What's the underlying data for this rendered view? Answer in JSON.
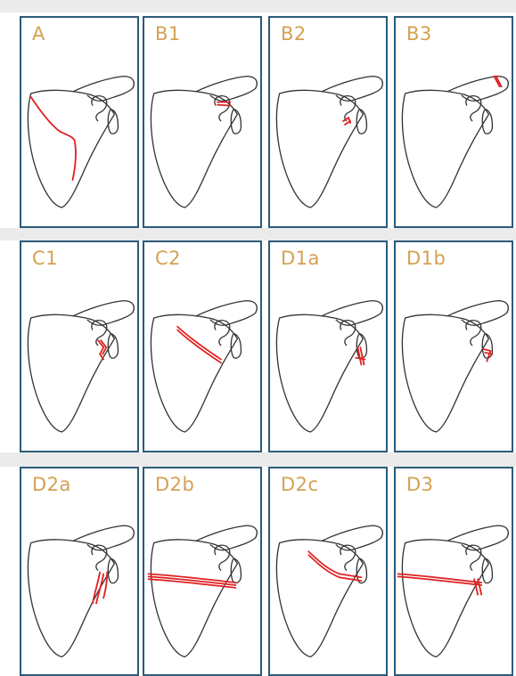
{
  "colors": {
    "frame": "#2b5b79",
    "label": "#d4a152",
    "outline": "#333333",
    "fracture": "#e02020",
    "band": "#ebebeb"
  },
  "panels": [
    {
      "label": "A",
      "fracture": "A"
    },
    {
      "label": "B1",
      "fracture": "B1"
    },
    {
      "label": "B2",
      "fracture": "B2"
    },
    {
      "label": "B3",
      "fracture": "B3"
    },
    {
      "label": "C1",
      "fracture": "C1"
    },
    {
      "label": "C2",
      "fracture": "C2"
    },
    {
      "label": "D1a",
      "fracture": "D1a"
    },
    {
      "label": "D1b",
      "fracture": "D1b"
    },
    {
      "label": "D2a",
      "fracture": "D2a"
    },
    {
      "label": "D2b",
      "fracture": "D2b"
    },
    {
      "label": "D2c",
      "fracture": "D2c"
    },
    {
      "label": "D3",
      "fracture": "D3"
    }
  ]
}
